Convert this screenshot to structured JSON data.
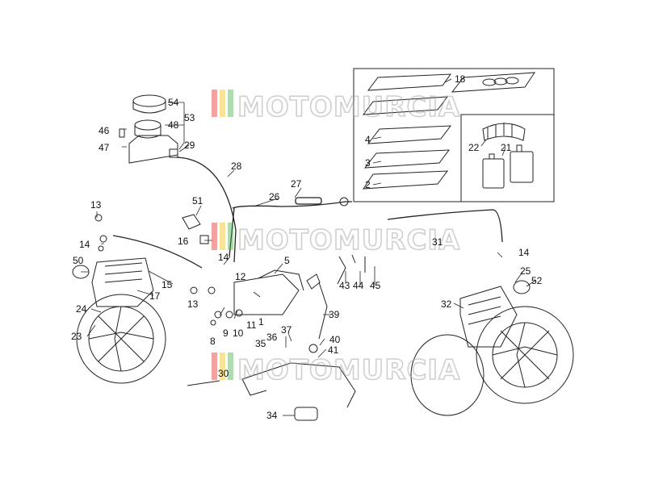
{
  "watermark": {
    "text": "MOTOMURCIA",
    "stripe_colors": [
      "#e2312b",
      "#f0c419",
      "#4caf50"
    ]
  },
  "labels": [
    "54",
    "53",
    "48",
    "46",
    "47",
    "29",
    "28",
    "27",
    "26",
    "51",
    "16",
    "14",
    "12",
    "13",
    "14",
    "13",
    "15",
    "50",
    "17",
    "24",
    "23",
    "5",
    "1",
    "9",
    "10",
    "11",
    "8",
    "30",
    "36",
    "35",
    "37",
    "39",
    "40",
    "41",
    "34",
    "43",
    "44",
    "45",
    "31",
    "14",
    "25",
    "52",
    "32",
    "18",
    "22",
    "21",
    "4",
    "3",
    "2"
  ]
}
